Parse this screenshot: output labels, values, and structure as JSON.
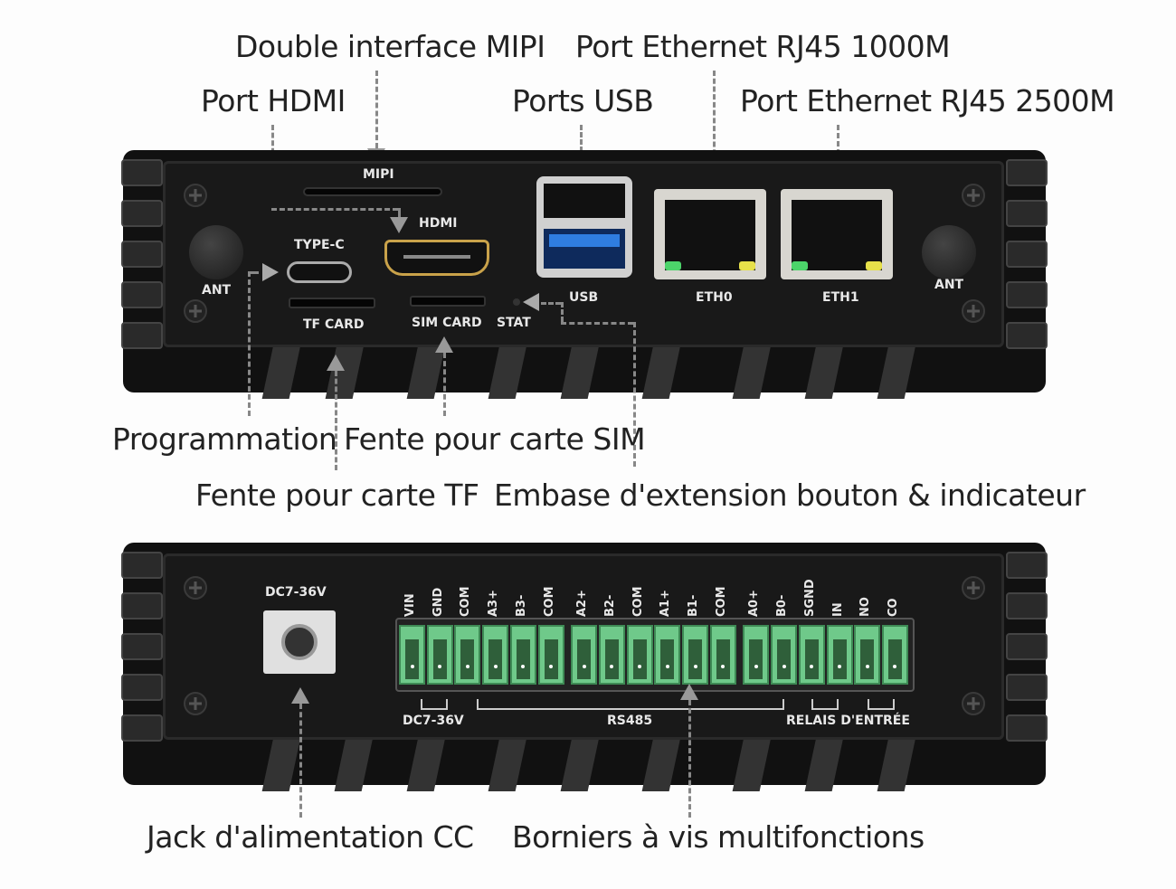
{
  "top_callouts": {
    "mipi": "Double interface MIPI",
    "eth1000": "Port Ethernet RJ45 1000M",
    "hdmi": "Port HDMI",
    "usb": "Ports USB",
    "eth2500": "Port Ethernet RJ45 2500M",
    "programming": "Programmation",
    "sim_slot": "Fente pour carte SIM",
    "tf_slot": "Fente pour carte TF",
    "header": "Embase d'extension bouton & indicateur"
  },
  "front_panel": {
    "labels": {
      "mipi": "MIPI",
      "hdmi": "HDMI",
      "type_c": "TYPE-C",
      "tf_card": "TF CARD",
      "sim_card": "SIM CARD",
      "stat": "STAT",
      "usb": "USB",
      "eth0": "ETH0",
      "eth1": "ETH1",
      "ant_left": "ANT",
      "ant_right": "ANT"
    }
  },
  "rear_panel": {
    "power_label": "DC7-36V",
    "terminals": [
      "VIN",
      "GND",
      "COM",
      "A3+",
      "B3-",
      "COM",
      "A2+",
      "B2-",
      "COM",
      "A1+",
      "B1-",
      "COM",
      "A0+",
      "B0-",
      "SGND",
      "IN",
      "NO",
      "CO"
    ],
    "groups": {
      "power": "DC7-36V",
      "rs485": "RS485",
      "relay": "RELAIS D'ENTRÉE"
    }
  },
  "bottom_callouts": {
    "dc_jack": "Jack d'alimentation CC",
    "terminals": "Borniers à vis multifonctions"
  },
  "colors": {
    "terminal_green": "#6fc98a",
    "usb3_blue": "#2f7de0",
    "hdmi_gold": "#c9a24a",
    "led_green": "#4cd46a",
    "led_yellow": "#e6e04a"
  }
}
